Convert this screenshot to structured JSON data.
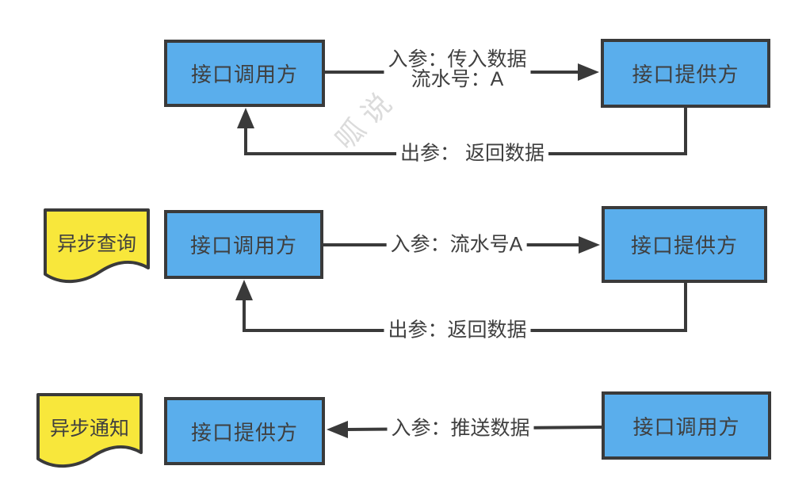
{
  "watermark": {
    "text": "呱说"
  },
  "colors": {
    "box_fill": "#5AAEEC",
    "box_border": "#3A3A3A",
    "note_fill": "#F8E73B",
    "line": "#3A3A3A",
    "text": "#3F3F3F",
    "watermark": "#D8D8D8"
  },
  "flows": {
    "sync": {
      "caller": "接口调用方",
      "provider": "接口提供方",
      "request_line1": "入参：传入数据",
      "request_line2": "流水号：A",
      "response": "出参： 返回数据"
    },
    "async_query": {
      "note": "异步查询",
      "caller": "接口调用方",
      "provider": "接口提供方",
      "request": "入参：流水号A",
      "response": "出参：返回数据"
    },
    "async_notify": {
      "note": "异步通知",
      "provider": "接口提供方",
      "caller": "接口调用方",
      "request": "入参：推送数据"
    }
  }
}
